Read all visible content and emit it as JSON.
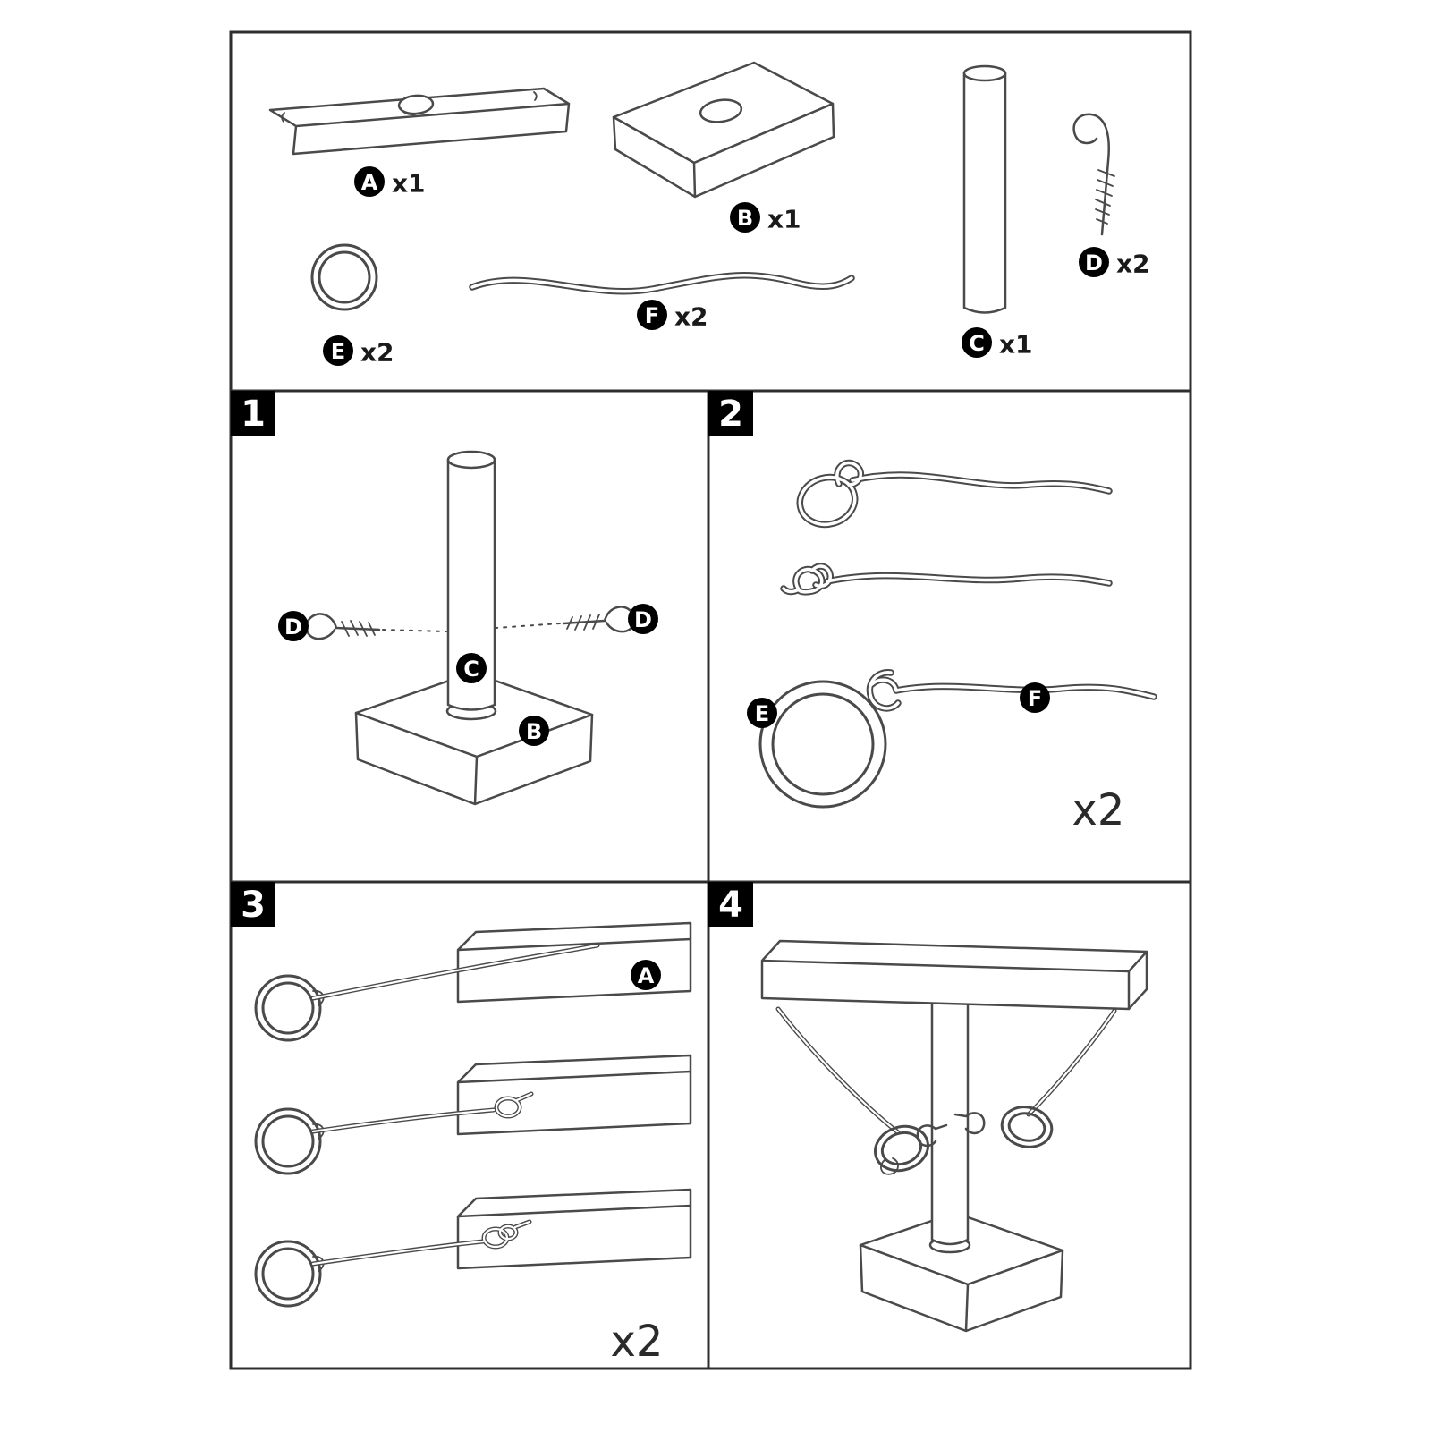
{
  "sheet": {
    "kind": "assembly-instruction-diagram",
    "colors": {
      "line": "#4a4a4a",
      "badge_fill": "#000000",
      "badge_text": "#ffffff",
      "background": "#ffffff"
    }
  },
  "parts_panel": {
    "part_a": {
      "label": "A",
      "qty": "x1"
    },
    "part_b": {
      "label": "B",
      "qty": "x1"
    },
    "part_c": {
      "label": "C",
      "qty": "x1"
    },
    "part_d": {
      "label": "D",
      "qty": "x2"
    },
    "part_e": {
      "label": "E",
      "qty": "x2"
    },
    "part_f": {
      "label": "F",
      "qty": "x2"
    }
  },
  "step1": {
    "number": "1",
    "label_hook_left": "D",
    "label_hook_right": "D",
    "label_pole": "C",
    "label_base": "B"
  },
  "step2": {
    "number": "2",
    "label_ring": "E",
    "label_cord": "F",
    "repeat": "x2"
  },
  "step3": {
    "number": "3",
    "label_bar": "A",
    "repeat": "x2"
  },
  "step4": {
    "number": "4"
  }
}
